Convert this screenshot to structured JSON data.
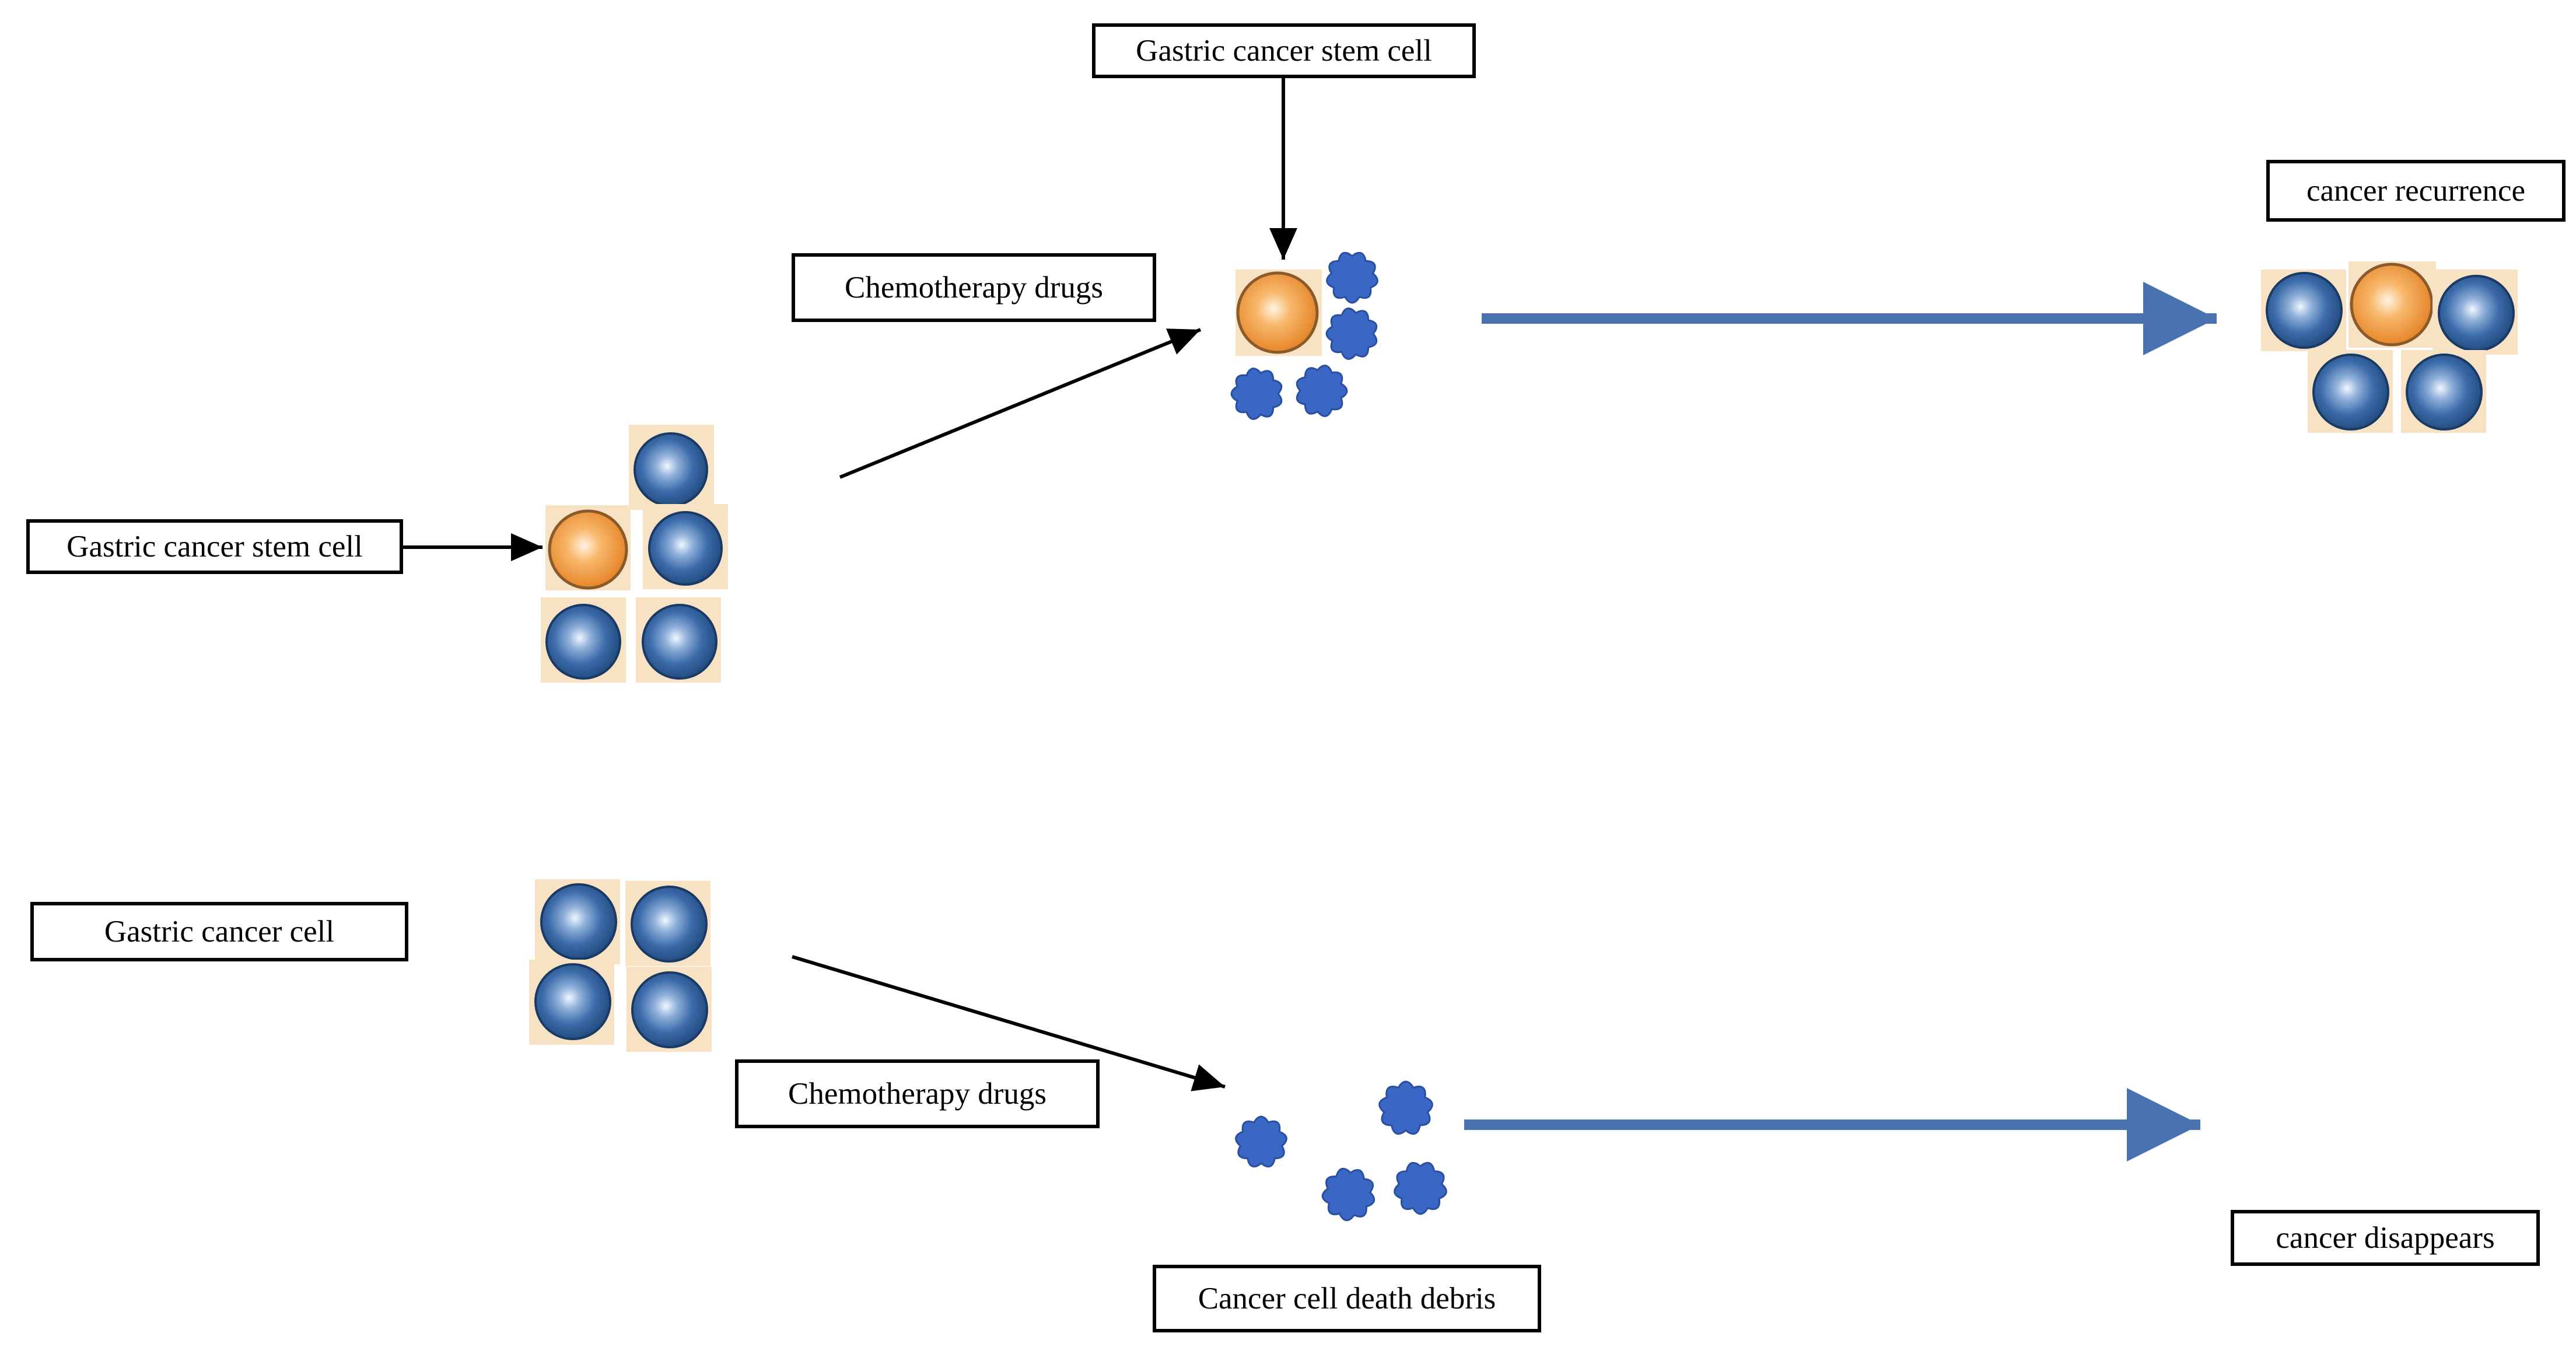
{
  "labels": {
    "stem_cell_top": "Gastric cancer stem cell",
    "stem_cell_left": "Gastric cancer stem cell",
    "chemo_top": "Chemotherapy drugs",
    "chemo_bottom": "Chemotherapy drugs",
    "recurrence": "cancer recurrence",
    "cancer_cell": "Gastric cancer cell",
    "disappears": "cancer disappears",
    "debris": "Cancer cell death debris"
  },
  "colors": {
    "cancer_cell": "#2f5f98",
    "stem_cell": "#f0963a",
    "debris": "#3a66c4",
    "flow_arrow": "#4a72b0",
    "cell_backdrop": "#f7e2c4"
  }
}
